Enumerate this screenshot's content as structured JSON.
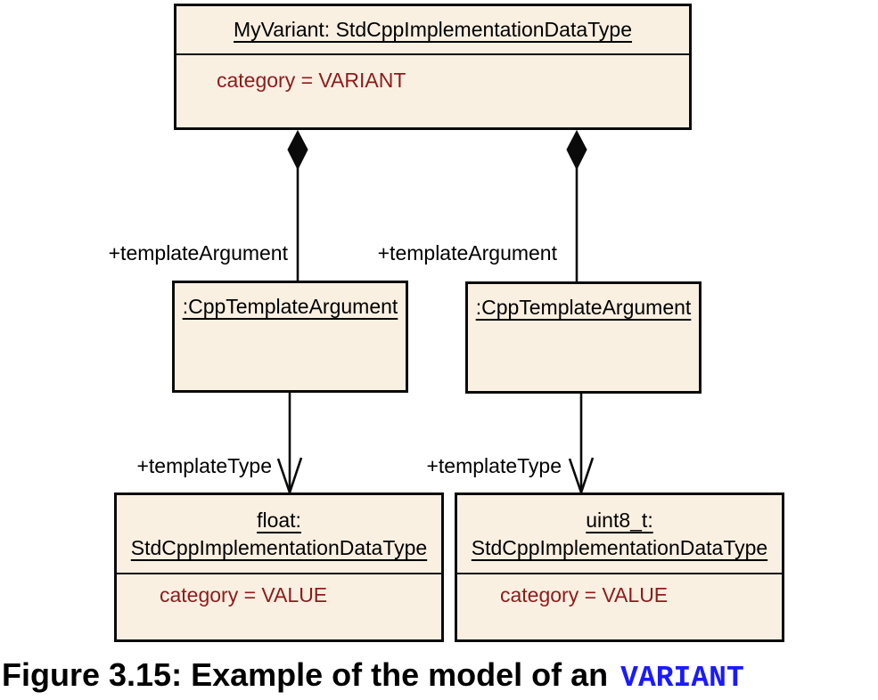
{
  "colors": {
    "box_fill": "#FAF0E2",
    "line_color": "#0A0A0A",
    "text_color": "#000000",
    "attr_color": "#8E1B1B",
    "keyword_color": "#1A1AFF"
  },
  "nodes": {
    "variant": {
      "title": "MyVariant: StdCppImplementationDataType",
      "attribute": "category = VARIANT"
    },
    "arg_left": {
      "title": ":CppTemplateArgument"
    },
    "arg_right": {
      "title": ":CppTemplateArgument"
    },
    "float_type": {
      "title_line1": "float:",
      "title_line2": "StdCppImplementationDataType",
      "attribute": "category = VALUE"
    },
    "uint8_type": {
      "title_line1": "uint8_t:",
      "title_line2": "StdCppImplementationDataType",
      "attribute": "category = VALUE"
    }
  },
  "edges": {
    "template_argument_left": {
      "label": "+templateArgument"
    },
    "template_argument_right": {
      "label": "+templateArgument"
    },
    "template_type_left": {
      "label": "+templateType"
    },
    "template_type_right": {
      "label": "+templateType"
    }
  },
  "caption": {
    "text": "Figure 3.15: Example of the model of an",
    "keyword": "VARIANT"
  }
}
